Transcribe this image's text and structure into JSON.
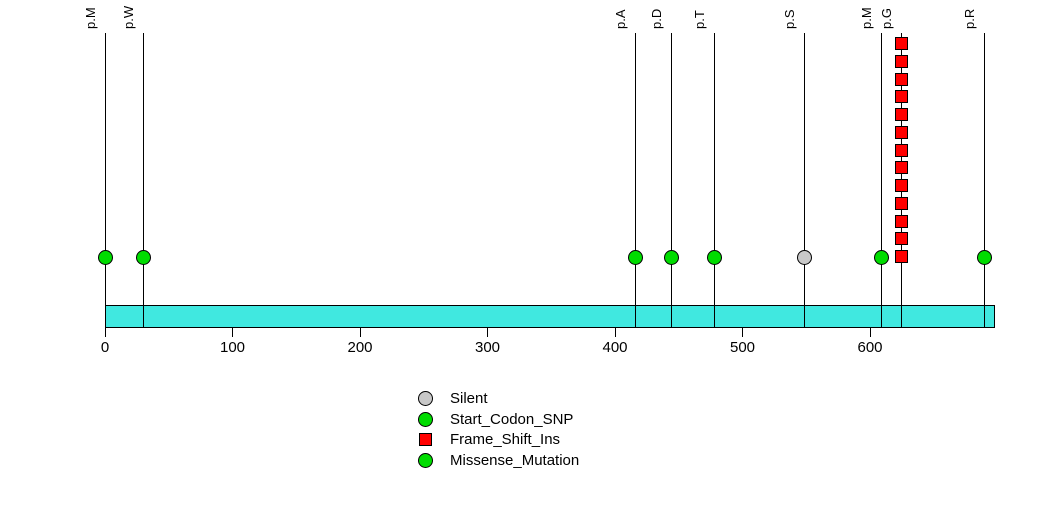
{
  "chart_data": {
    "type": "scatter",
    "subtype": "mutation-lollipop-plot",
    "colors": {
      "protein_bar": "#40E8E0",
      "green": "#00DC00",
      "red": "#FF0000",
      "gray": "#C8C8C8",
      "stem": "#000000"
    },
    "protein_bar": {
      "start": 0,
      "end": 698
    },
    "x_axis": {
      "ticks": [
        0,
        100,
        200,
        300,
        400,
        500,
        600
      ],
      "tick_labels": [
        "0",
        "100",
        "200",
        "300",
        "400",
        "500",
        "600"
      ],
      "range": [
        0,
        698
      ]
    },
    "mutations": [
      {
        "label": "p.M",
        "position": 0,
        "marker": "circle",
        "color_key": "green",
        "stack_count": 1
      },
      {
        "label": "p.W",
        "position": 30,
        "marker": "circle",
        "color_key": "green",
        "stack_count": 1
      },
      {
        "label": "p.A",
        "position": 416,
        "marker": "circle",
        "color_key": "green",
        "stack_count": 1
      },
      {
        "label": "p.D",
        "position": 444,
        "marker": "circle",
        "color_key": "green",
        "stack_count": 1
      },
      {
        "label": "p.T",
        "position": 478,
        "marker": "circle",
        "color_key": "green",
        "stack_count": 1
      },
      {
        "label": "p.S",
        "position": 549,
        "marker": "circle",
        "color_key": "gray",
        "stack_count": 1
      },
      {
        "label": "p.M",
        "position": 609,
        "marker": "circle",
        "color_key": "green",
        "stack_count": 1
      },
      {
        "label": "p.G",
        "position": 625,
        "marker": "square",
        "color_key": "red",
        "stack_count": 13
      },
      {
        "label": "p.R",
        "position": 690,
        "marker": "circle",
        "color_key": "green",
        "stack_count": 1
      }
    ],
    "legend": [
      {
        "label": "Silent",
        "marker": "circle",
        "color_key": "gray"
      },
      {
        "label": "Start_Codon_SNP",
        "marker": "circle",
        "color_key": "green"
      },
      {
        "label": "Frame_Shift_Ins",
        "marker": "square",
        "color_key": "red"
      },
      {
        "label": "Missense_Mutation",
        "marker": "circle",
        "color_key": "green"
      }
    ],
    "legend_position": "bottom-center",
    "grid": false
  }
}
